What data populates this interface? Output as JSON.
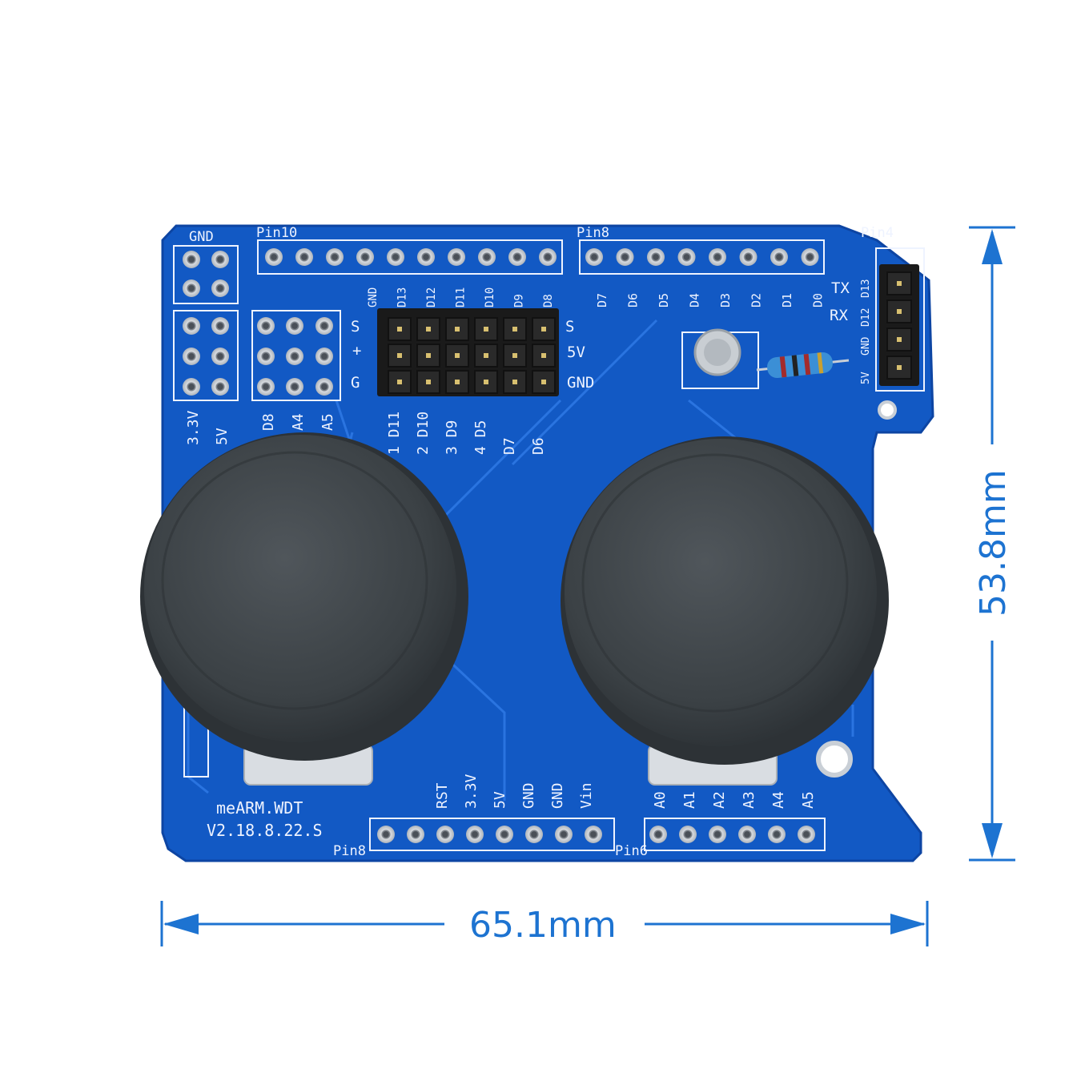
{
  "colors": {
    "pcb": "#1259c4",
    "pcb_edge": "#0d45a3",
    "trace": "#2a74e0",
    "silk": "#eef3ff",
    "pad": "#c9cfd6",
    "knob": "#3e4448",
    "knob_top": "#4a5055",
    "header": "#1a1a1a",
    "dimension": "#1d73d1"
  },
  "dimensions": {
    "width": "65.1mm",
    "height": "53.8mm"
  },
  "board": {
    "gnd_block": "GND",
    "pin_labels": {
      "pin10": "Pin10",
      "pin8_top": "Pin8",
      "pin4": "Pin4",
      "pin8_bottom": "Pin8",
      "pin6": "Pin6"
    },
    "top_left_header": [
      "GND",
      "D13",
      "D12",
      "D11",
      "D10",
      "D9",
      "D8"
    ],
    "top_right_header": [
      "D7",
      "D6",
      "D5",
      "D4",
      "D3",
      "D2",
      "D1",
      "D0"
    ],
    "servo_rows": [
      "S",
      "+",
      "G"
    ],
    "servo_right_rows": [
      "S",
      "5V",
      "GND"
    ],
    "servo_channels": [
      "1 D11",
      "2 D10",
      "3 D9",
      "4 D5",
      "D7",
      "D6"
    ],
    "power_left": [
      "3.3V",
      "5V"
    ],
    "power_mid": [
      "D8",
      "A4",
      "A5"
    ],
    "bluetooth_pins": [
      "D13",
      "D12",
      "GND",
      "5V"
    ],
    "tx_rx": [
      "TX",
      "RX"
    ],
    "bottom_left_header": [
      "RST",
      "3.3V",
      "5V",
      "GND",
      "GND",
      "Vin"
    ],
    "bottom_right_header": [
      "A0",
      "A1",
      "A2",
      "A3",
      "A4",
      "A5"
    ],
    "brand": "meARM.WDT",
    "version": "V2.18.8.22.S"
  }
}
